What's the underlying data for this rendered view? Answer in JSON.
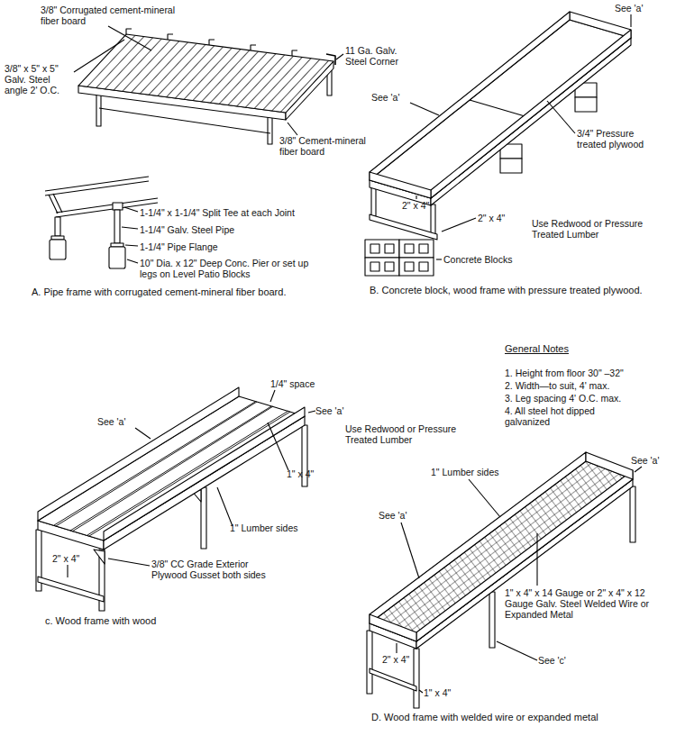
{
  "diagram": {
    "labels": [
      "3/8\" Corrugated cement-mineral fiber board",
      "3/8\" x 5\" x 5\" Galv. Steel angle 2' O.C.",
      "11 Ga. Galv. Steel Corner",
      "3/8\" Cement-mineral fiber board",
      "1-1/4\" x 1-1/4\" Split Tee at each Joint",
      "1-1/4\" Galv. Steel Pipe",
      "1-1/4\" Pipe Flange",
      "10\" Dia. x 12\" Deep Conc. Pier or set up legs on Level Patio Blocks",
      "A. Pipe frame with corrugated cement-mineral fiber board.",
      "See 'a'",
      "See 'a'",
      "3/4\" Pressure treated plywood",
      "2\" x 4\"",
      "2\" x 4\"",
      "Use Redwood or Pressure Treated Lumber",
      "Concrete Blocks",
      "B. Concrete block, wood frame with pressure treated plywood.",
      "General Notes",
      "1. Height from floor 30\" –32\"",
      "2. Width—to suit, 4' max.",
      "3. Leg spacing 4' O.C. max.",
      "4. All steel hot dipped galvanized",
      "1/4\" space",
      "See 'a'",
      "See 'a'",
      "Use Redwood or Pressure Treated Lumber",
      "1\" x 4\"",
      "1\" Lumber sides",
      "2\" x 4\"",
      "3/8\" CC Grade Exterior Plywood Gusset both sides",
      "c. Wood frame with wood",
      "1\" Lumber sides",
      "See 'a'",
      "See 'a'",
      "1\" x 4\" x 14 Gauge or 2\" x 4\" x 12 Gauge Galv. Steel Welded Wire or Expanded Metal",
      "2\" x 4\"",
      "See 'c'",
      "1\" x 4\"",
      "D. Wood frame with welded wire or expanded metal"
    ]
  }
}
